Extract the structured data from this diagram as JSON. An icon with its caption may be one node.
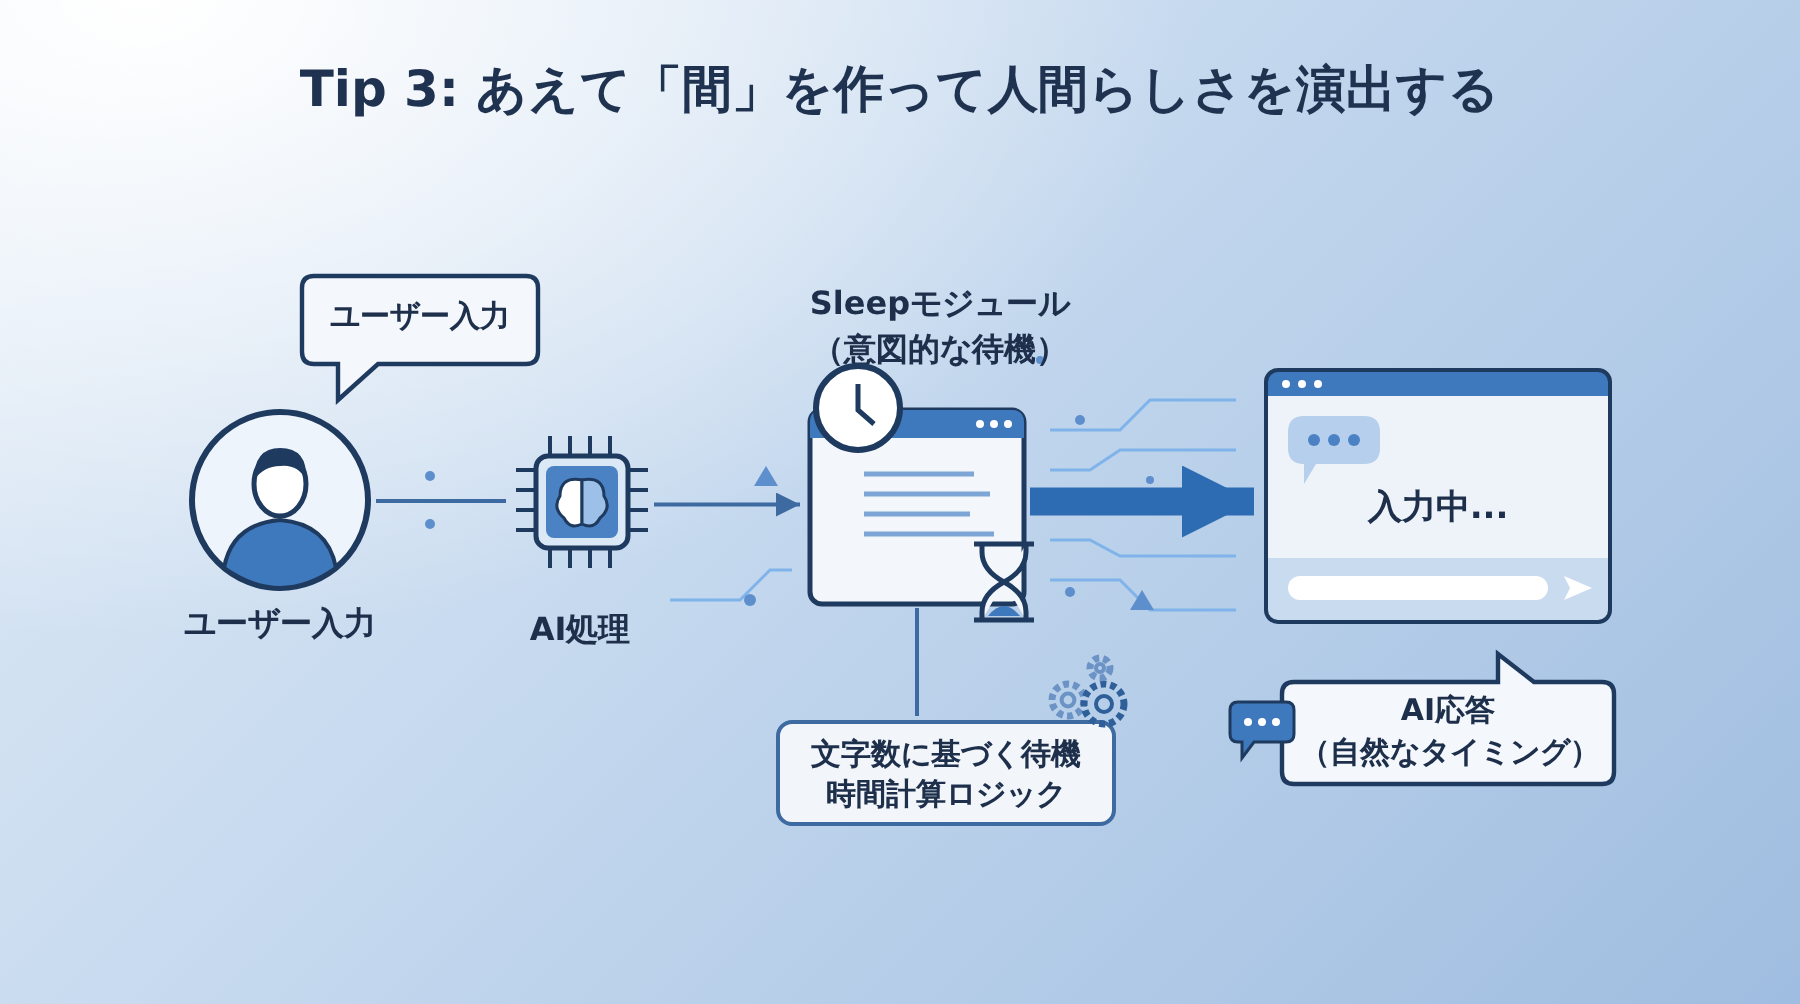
{
  "diagram": {
    "title": "Tip 3: あえて「間」を作って人間らしさを演出する",
    "nodes": [
      {
        "text": [
          "ユーザー入力"
        ]
      },
      {
        "text": [
          "ユーザー入力"
        ]
      },
      {
        "text": [
          "AI処理"
        ]
      },
      {
        "text": [
          "Sleepモジュール（意図的な待機）"
        ]
      },
      {
        "text": [
          "文字数に基づく待機時間計算ロジック"
        ]
      },
      {
        "text": [
          "入力中..."
        ]
      },
      {
        "text": [
          "AI応答（自然なタイミング）"
        ]
      }
    ],
    "edges": [
      {
        "from": 0,
        "to": 2,
        "arrow": "none"
      },
      {
        "from": 2,
        "to": 3,
        "arrow": "to"
      },
      {
        "from": 3,
        "to": 5,
        "arrow": "to",
        "style": "thick"
      },
      {
        "from": 3,
        "to": 4,
        "arrow": "none"
      }
    ]
  }
}
